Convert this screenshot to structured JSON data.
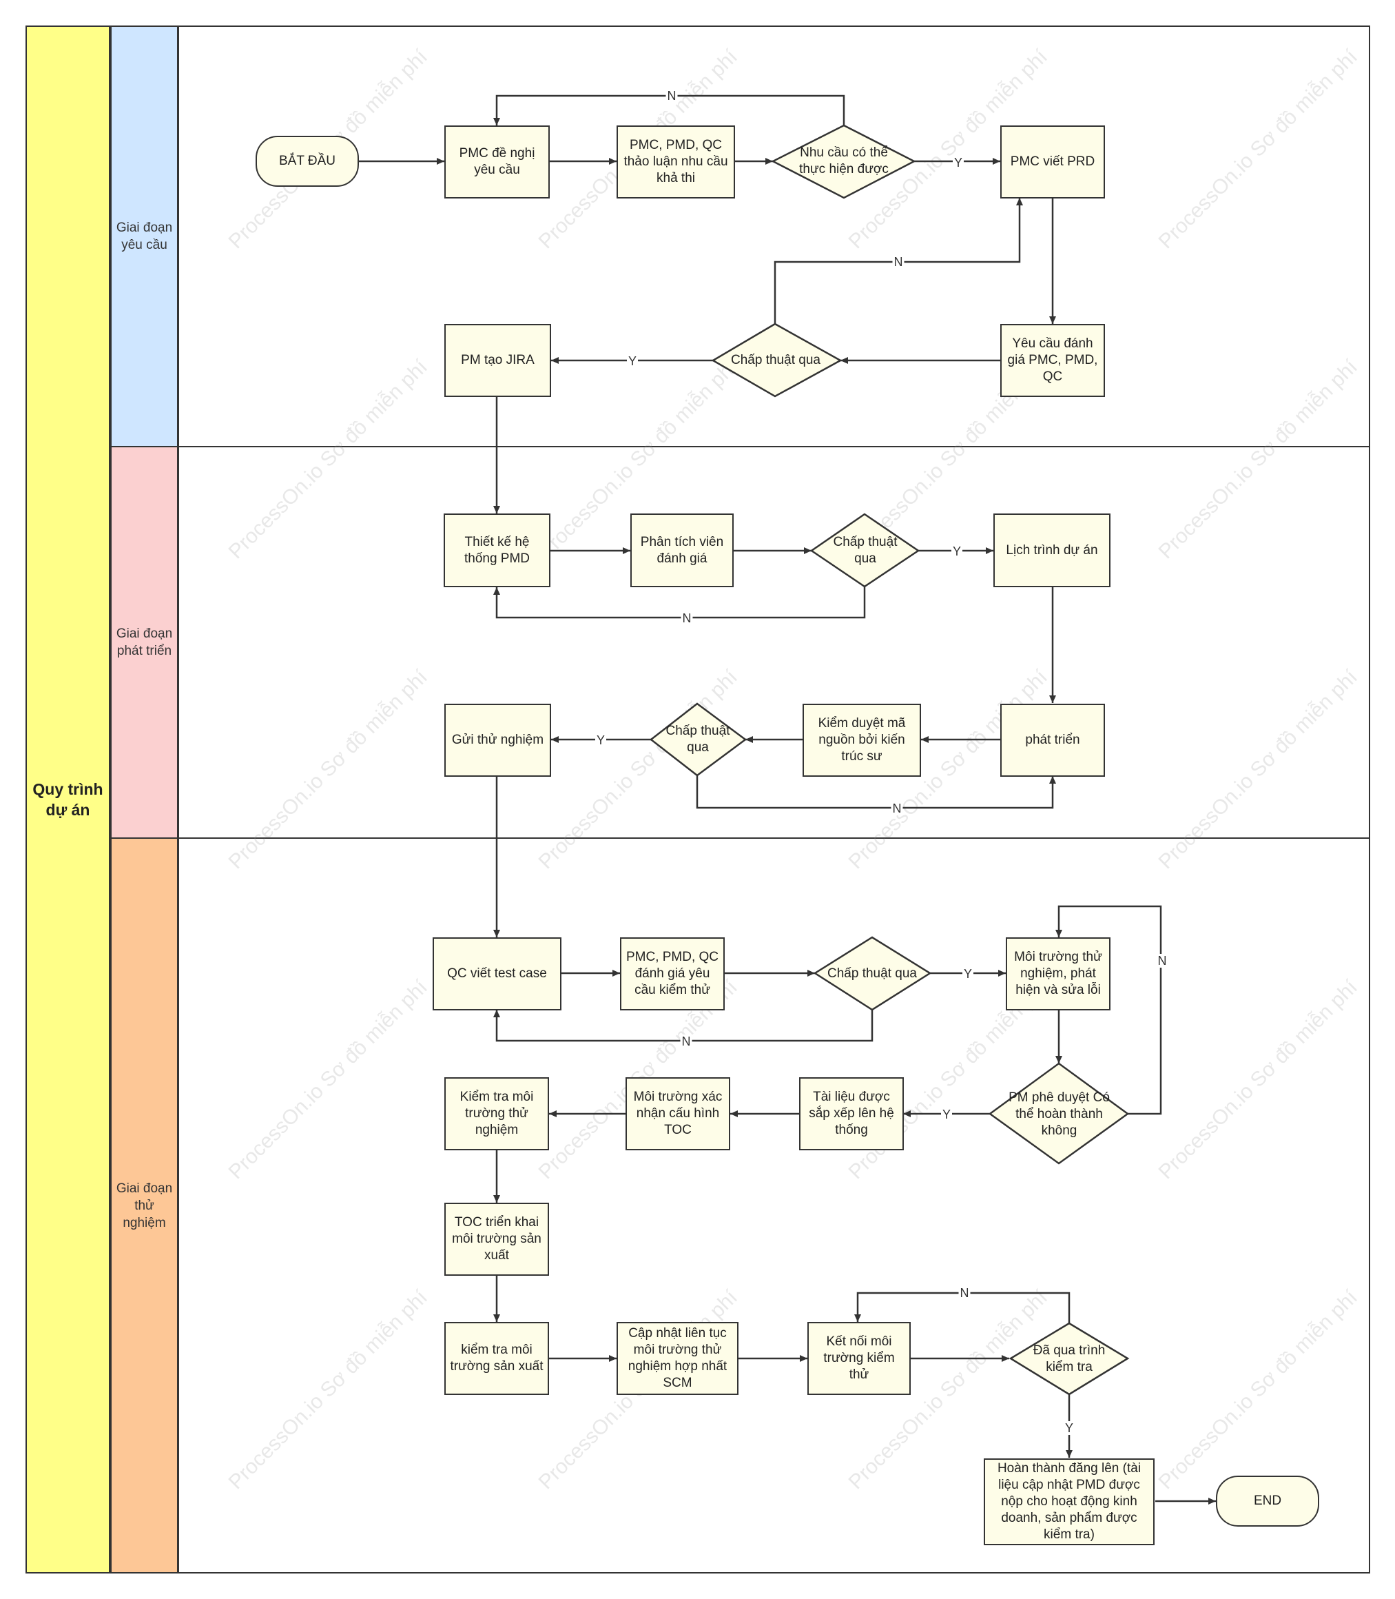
{
  "diagram": {
    "title": "Quy trình dự án",
    "lanes": [
      {
        "label": "Giai đoạn yêu cầu",
        "color": "#cfe6ff"
      },
      {
        "label": "Giai đoạn phát triển",
        "color": "#fbd0d0"
      },
      {
        "label": "Giai đoạn thử nghiệm",
        "color": "#fdc796"
      }
    ],
    "watermark": "ProcessOn.io Sơ đồ miễn phí",
    "nodes": {
      "start": "BẮT ĐẦU",
      "pmc_request": "PMC đề nghị yêu cầu",
      "feasibility_discussion": "PMC, PMD, QC thảo luận nhu cầu khả thi",
      "feasible_decision": "Nhu cầu có thể thực hiện được",
      "write_prd": "PMC viết PRD",
      "review_request": "Yêu cầu đánh giá PMC, PMD, QC",
      "approval_1": "Chấp thuật qua",
      "create_jira": "PM tạo JIRA",
      "system_design": "Thiết kế hệ thống PMD",
      "analyst_review": "Phân tích viên đánh giá",
      "approval_2": "Chấp thuật qua",
      "schedule": "Lịch trình dự án",
      "develop": "phát triển",
      "code_review": "Kiểm duyệt mã nguồn bởi kiến trúc sư",
      "approval_3": "Chấp thuật qua",
      "submit_test": "Gửi thử nghiệm",
      "qc_test_case": "QC viết test case",
      "test_req_review": "PMC, PMD, QC đánh giá yêu cầu kiểm thử",
      "approval_4": "Chấp thuật qua",
      "test_env_fix": "Môi trường thử nghiệm, phát hiện và sửa lỗi",
      "pm_approval": "PM phê duyệt Có thể hoàn thành không",
      "docs_arranged": "Tài liệu được sắp xếp lên hệ thống",
      "toc_config": "Môi trường xác nhận cấu hình TOC",
      "check_test_env": "Kiểm tra môi trường thử nghiệm",
      "toc_deploy": "TOC triển khai môi trường sản xuất",
      "check_prod_env": "kiểm tra môi trường sản xuất",
      "continuous_update": "Cập nhật liên tục môi trường thử nghiệm hợp nhất SCM",
      "connect_test_env": "Kết nối môi trường kiểm thử",
      "passed_check": "Đã qua trình kiểm tra",
      "complete_release": "Hoàn thành đăng lên (tài liệu cập nhật PMD được nộp cho hoạt động kinh doanh, sản phẩm được kiểm tra)",
      "end": "END"
    },
    "edge_labels": {
      "yes": "Y",
      "no": "N"
    }
  }
}
